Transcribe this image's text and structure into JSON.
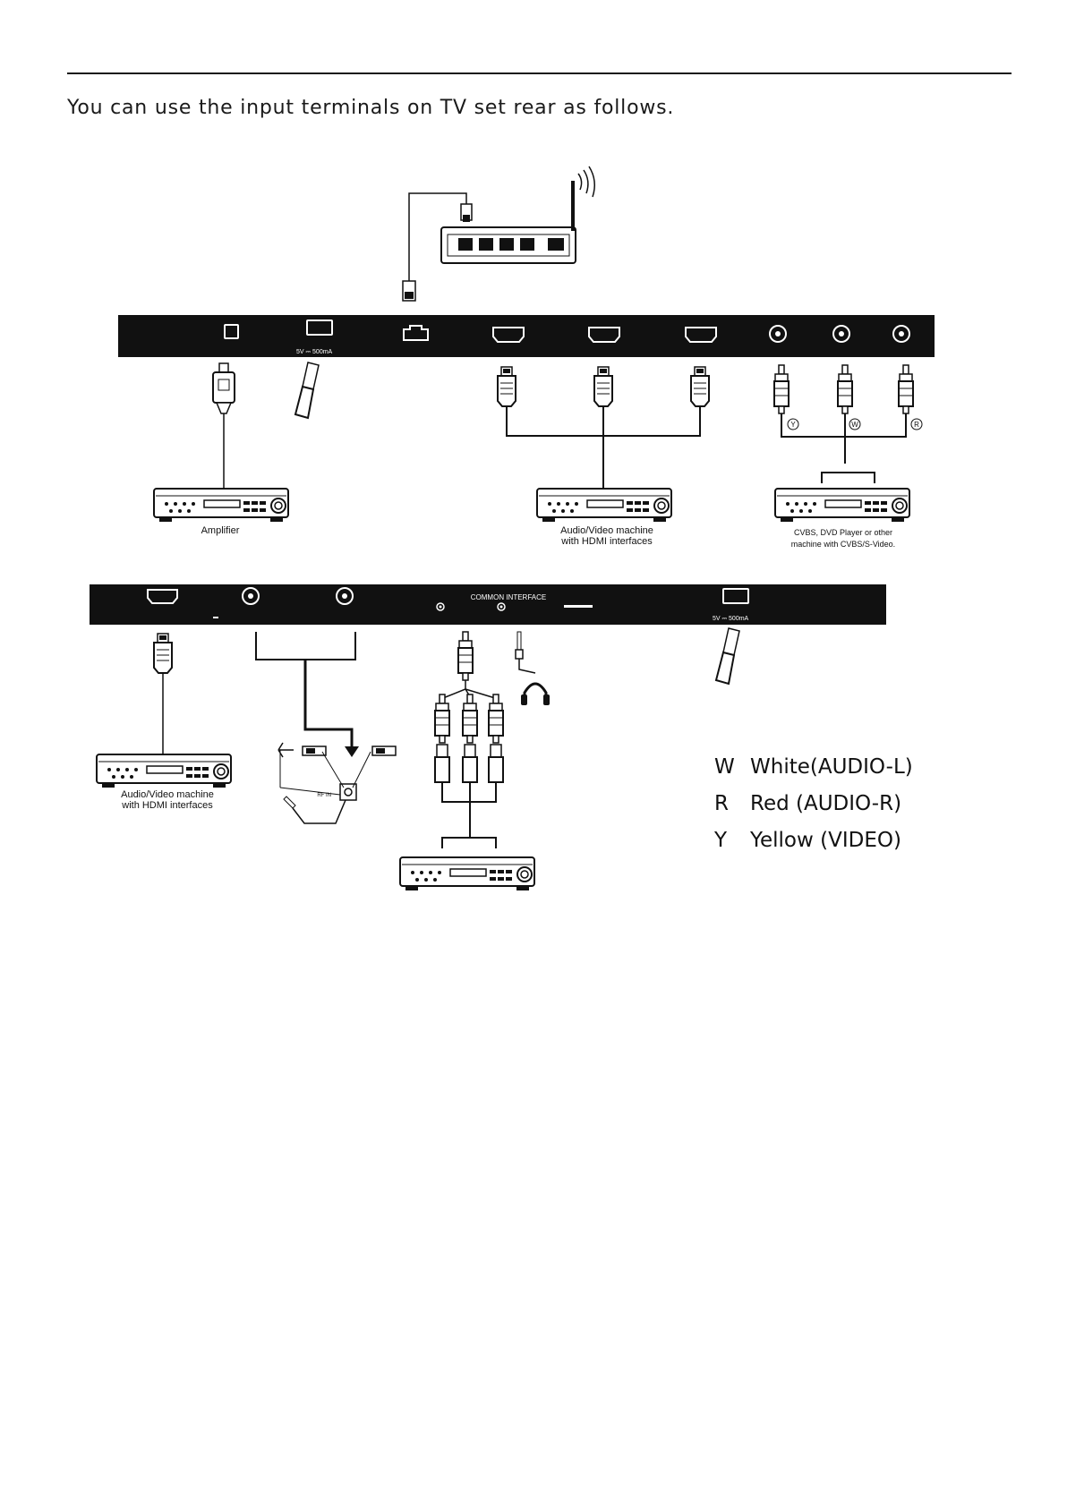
{
  "page": {
    "intro": "You can use the input terminals on TV set rear as follows."
  },
  "panel_top": {
    "usb_rating": "5V ⎓ 500mA"
  },
  "panel_bottom": {
    "common_interface": "COMMON INTERFACE",
    "usb_rating": "5V ⎓ 500mA"
  },
  "cable_labels": {
    "y": "Y",
    "w": "W",
    "r": "R"
  },
  "devices": {
    "amplifier": "Amplifier",
    "hdmi_machine_line1": "Audio/Video machine",
    "hdmi_machine_line2": "with HDMI interfaces",
    "cvbs_line1": "CVBS, DVD Player or other",
    "cvbs_line2": "machine with CVBS/S-Video.",
    "hdmi_machine2_line1": "Audio/Video machine",
    "hdmi_machine2_line2": "with HDMI interfaces"
  },
  "antenna": {
    "rf_label": "RF IN"
  },
  "legend": [
    {
      "key": "W",
      "text": "White(AUDIO-L)"
    },
    {
      "key": "R",
      "text": "Red (AUDIO-R)"
    },
    {
      "key": "Y",
      "text": "Yellow (VIDEO)"
    }
  ],
  "colors": {
    "panel": "#111111",
    "line": "#1a1a1a"
  }
}
